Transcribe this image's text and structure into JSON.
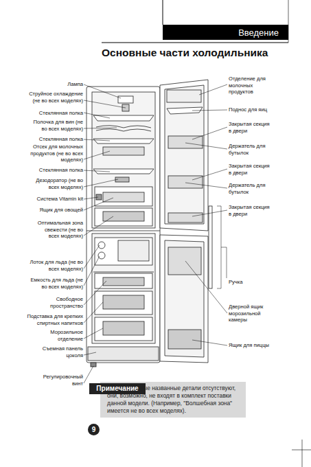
{
  "diagram": {
    "title": "Основные части холодильника",
    "nodes": [
      {
        "text": [
          "Введение"
        ]
      },
      {
        "text": [
          "Примечание"
        ]
      },
      {
        "text": [
          "Если некоторые названные детали отсутствуют, они, возможно, не входят в комплект поставки данной модели. (Например, \"Волшебная зона\" имеется не во всех моделях)."
        ]
      },
      {
        "text": [
          "9"
        ]
      }
    ],
    "labels": [
      "Лампа",
      "Струйное охлаждение (не во всех моделях)",
      "Стеклянная полка",
      "Полочка для вин (не во всех моделях)",
      "Стеклянная полка",
      "Отсек для молочных продуктов (не во всех моделях)",
      "Стеклянная полка",
      "Дезодоратор (не во всех моделях)",
      "Система Vitamin kit",
      "Ящик для овощей",
      "Оптимальная зона свежести (не во всех моделях)",
      "Лоток для льда (не во всех моделях)",
      "Емкость для льда (не во всех моделях)",
      "Свободное пространство",
      "Подставка для крепких спиртных напитков",
      "Морозильное отделение",
      "Съемная панель цоколя",
      "Регулировочный винт",
      "Отделение для молочных продуктов",
      "Поднос для яиц",
      "Закрытая секция в двери",
      "Держатель для бутылок",
      "Закрытая секция в двери",
      "Держатель для бутылок",
      "Закрытая секция в двери",
      "Ручка",
      "Дверной ящик морозильной камеры",
      "Ящик для пиццы"
    ]
  }
}
